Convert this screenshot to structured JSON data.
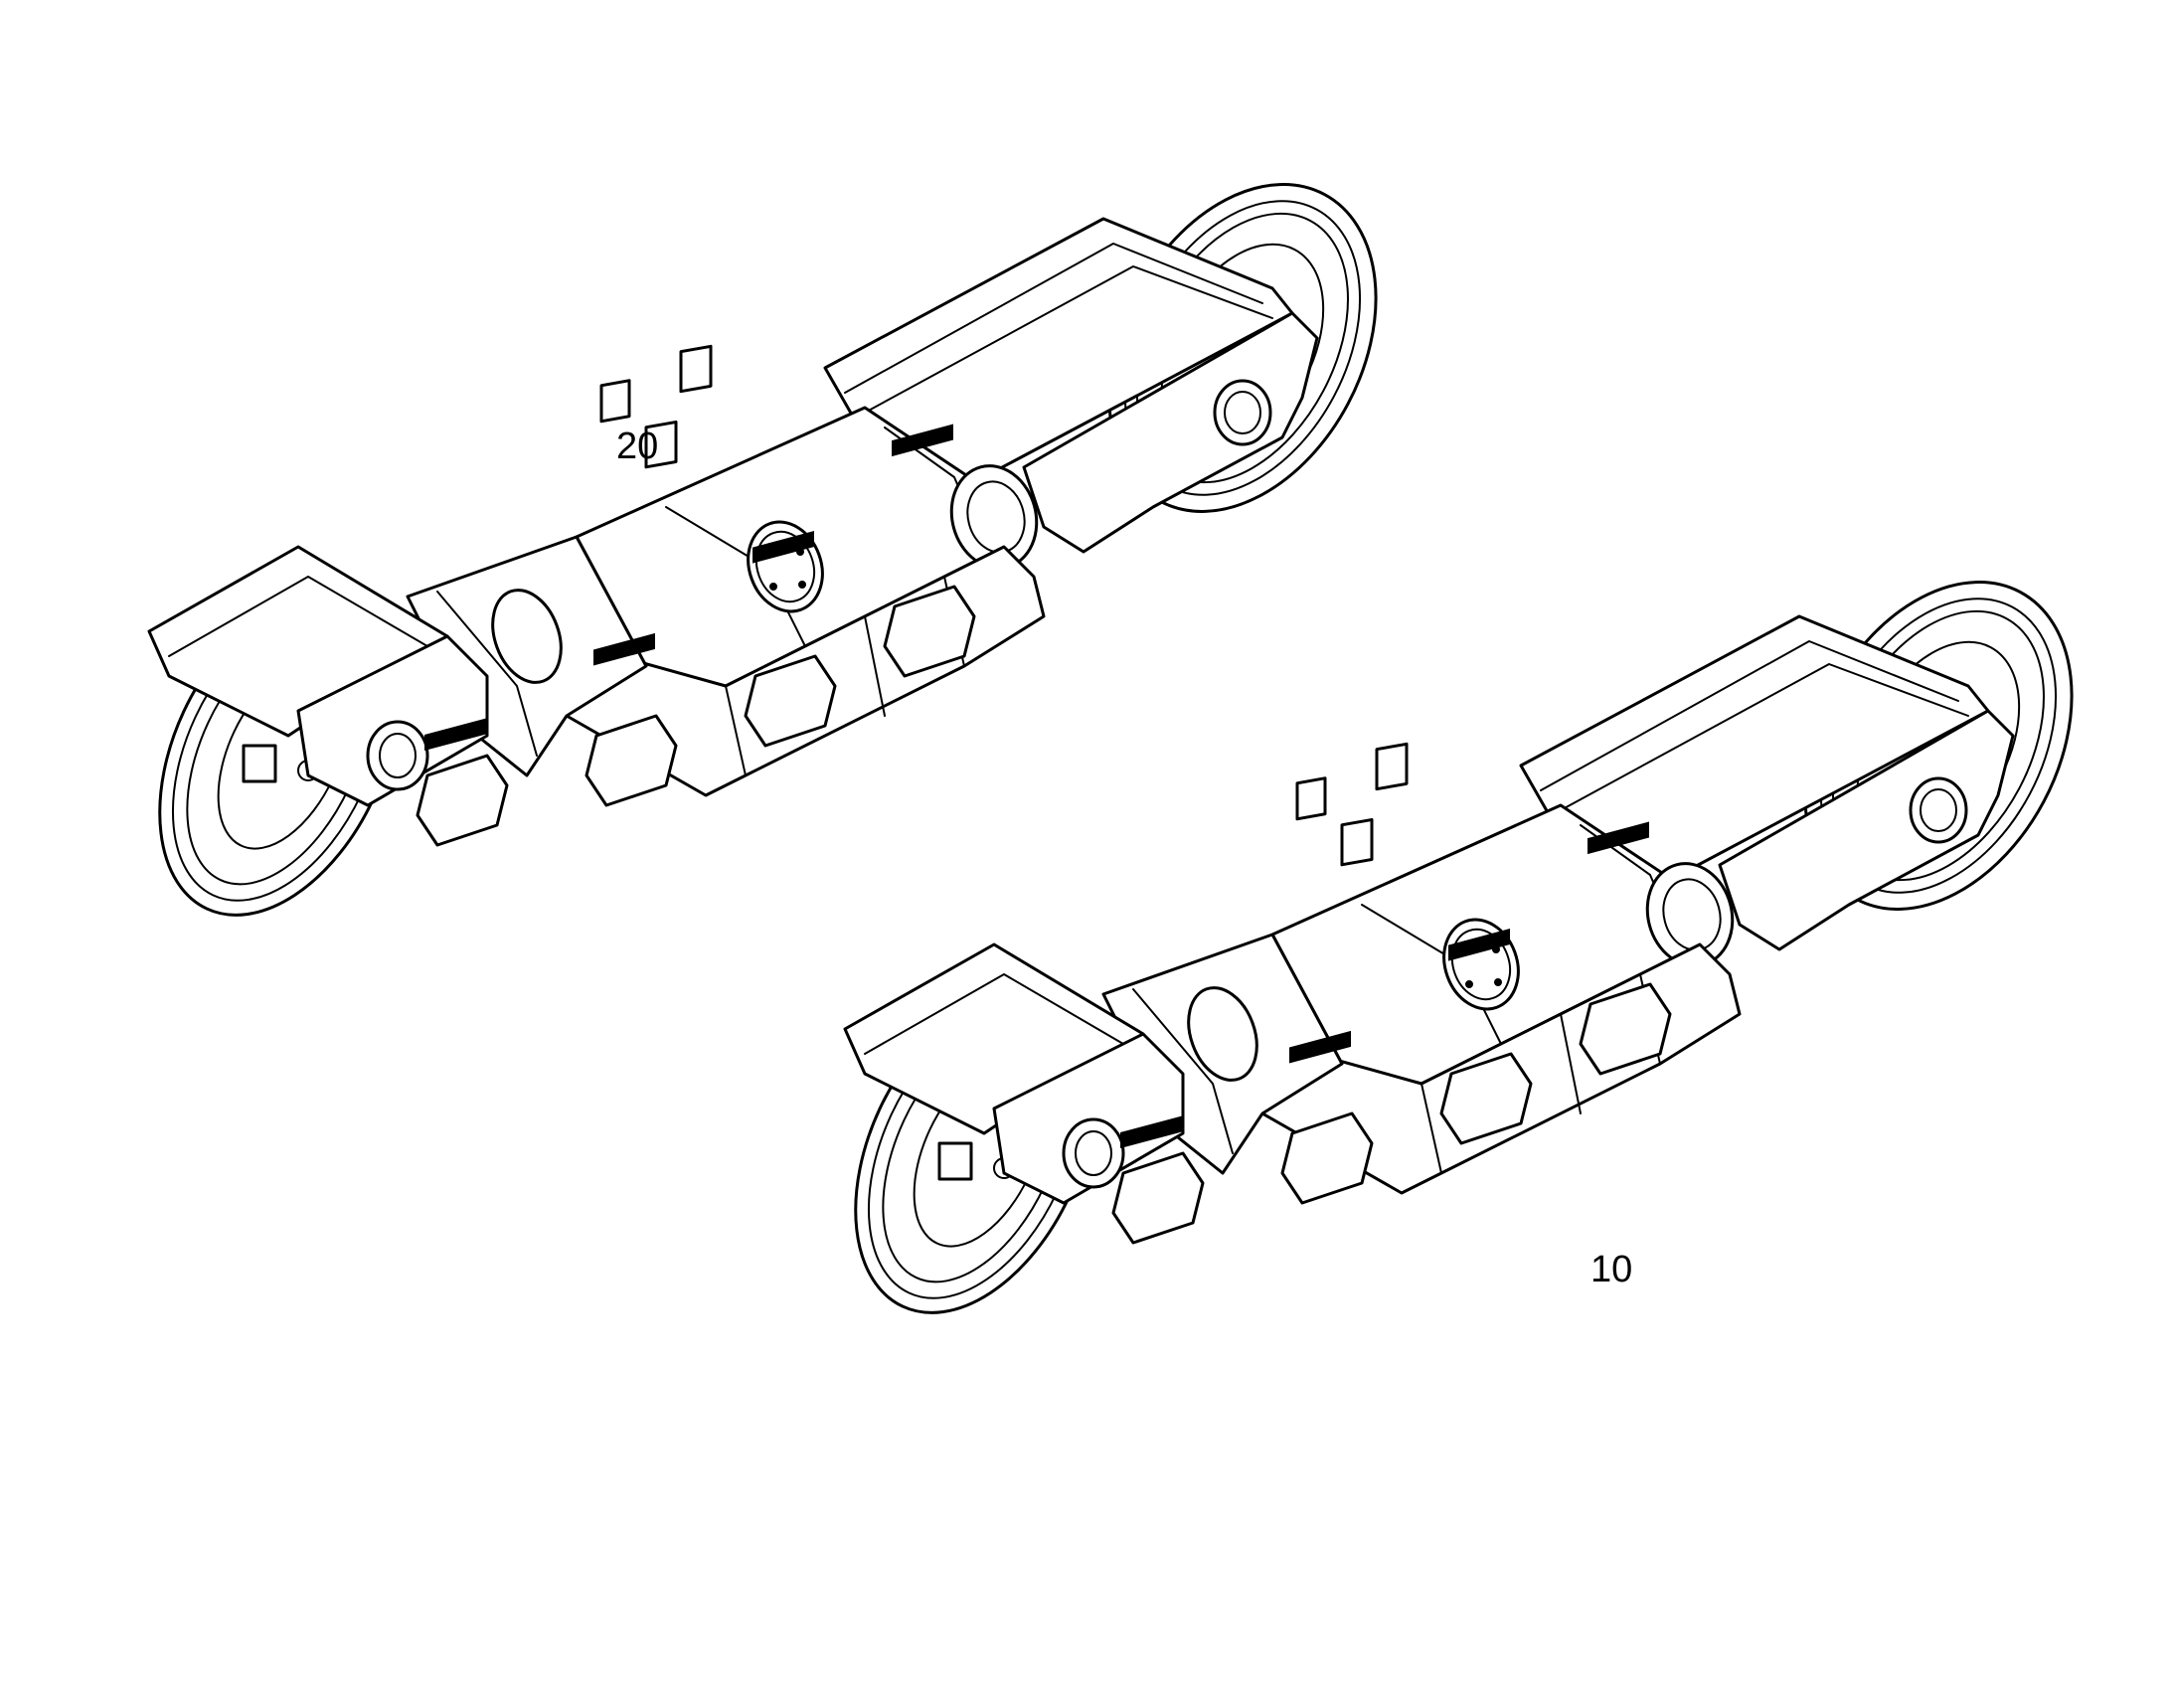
{
  "diagram": {
    "callouts": [
      {
        "id": "20",
        "label": "20"
      },
      {
        "id": "10",
        "label": "10"
      }
    ],
    "colors": {
      "background": "#ffffff",
      "line": "#000000"
    },
    "assemblies": [
      {
        "name": "track-frame-assembly",
        "callout": "20"
      },
      {
        "name": "track-frame-assembly",
        "callout": "10"
      }
    ]
  }
}
